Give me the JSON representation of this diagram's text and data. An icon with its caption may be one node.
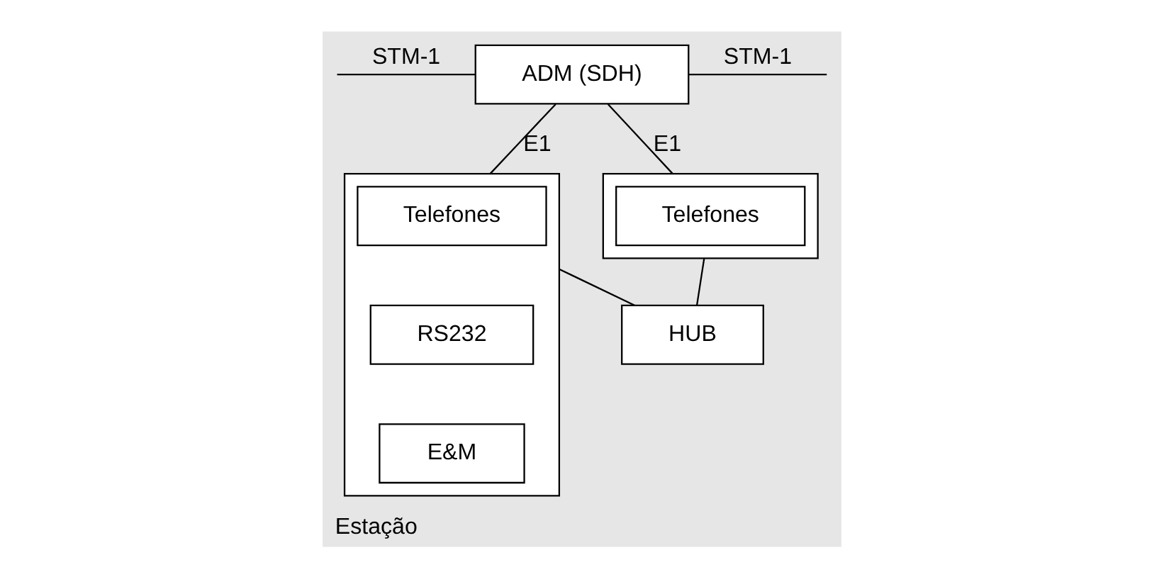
{
  "diagram": {
    "nodes": [
      {
        "text": [
          "Estação"
        ]
      },
      {
        "text": [
          "ADM (SDH)"
        ],
        "in": 0
      },
      {
        "text": [],
        "shape": "box",
        "in": 0
      },
      {
        "text": [
          "Telefones"
        ],
        "in": 2
      },
      {
        "text": [
          "RS232"
        ],
        "in": 2
      },
      {
        "text": [
          "E&M"
        ],
        "in": 2
      },
      {
        "text": [],
        "shape": "box",
        "in": 0
      },
      {
        "text": [
          "Telefones"
        ],
        "in": 6
      },
      {
        "text": [
          "HUB"
        ],
        "in": 0
      }
    ],
    "edges": [
      {
        "from": null,
        "to": 1,
        "arrow": "none",
        "label": "STM-1"
      },
      {
        "from": 1,
        "to": null,
        "arrow": "none",
        "label": "STM-1"
      },
      {
        "from": 1,
        "to": 2,
        "arrow": "none",
        "label": "E1"
      },
      {
        "from": 1,
        "to": 6,
        "arrow": "none",
        "label": "E1"
      },
      {
        "from": 2,
        "to": 8,
        "arrow": "none"
      },
      {
        "from": 6,
        "to": 8,
        "arrow": "none"
      }
    ]
  }
}
